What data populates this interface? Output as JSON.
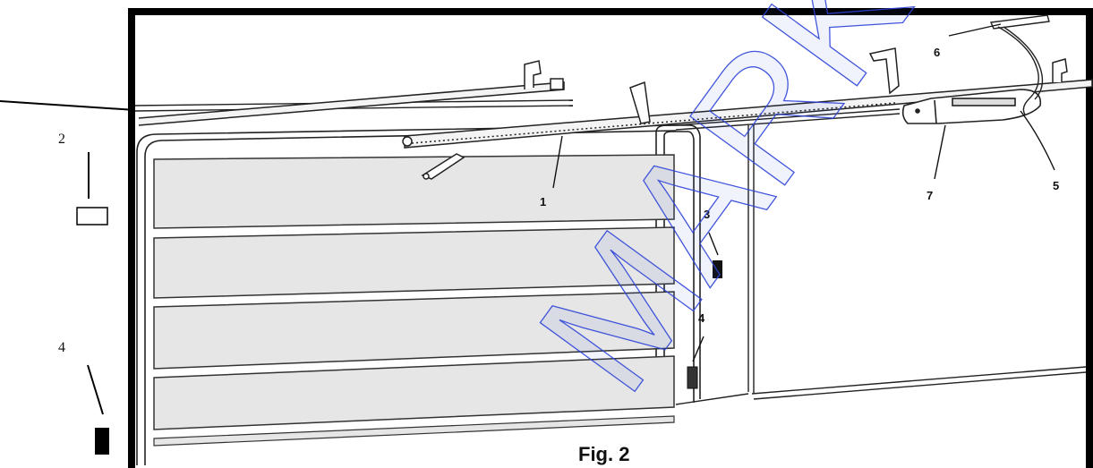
{
  "figure": {
    "caption": "Fig. 2",
    "watermark": "MARKE",
    "callouts_inside": [
      "1",
      "3",
      "4",
      "5",
      "6",
      "7"
    ],
    "callouts_outside": [
      "2",
      "4"
    ]
  },
  "colors": {
    "ink": "#111111",
    "panel_fill": "#e6e6e6",
    "watermark": "#2d44d8",
    "frame": "#000000"
  }
}
